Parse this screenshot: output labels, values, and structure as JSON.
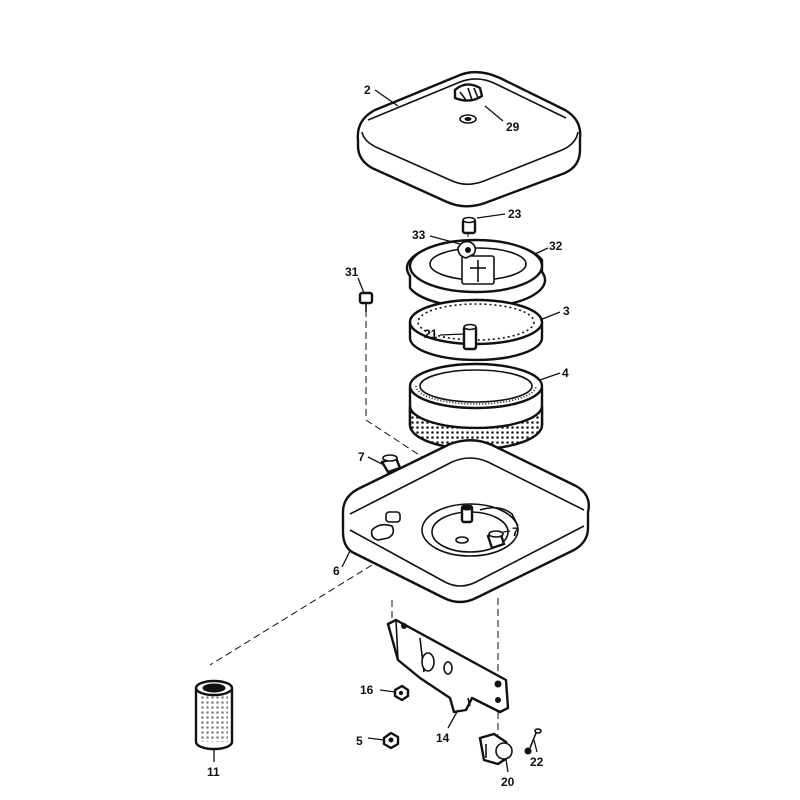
{
  "callouts": {
    "c2": "2",
    "c29": "29",
    "c23": "23",
    "c33": "33",
    "c32": "32",
    "c31": "31",
    "c3": "3",
    "c21": "21",
    "c4": "4",
    "c7a": "7",
    "c7b": "7",
    "c6": "6",
    "c16": "16",
    "c5": "5",
    "c14": "14",
    "c11": "11",
    "c22": "22",
    "c20": "20"
  }
}
